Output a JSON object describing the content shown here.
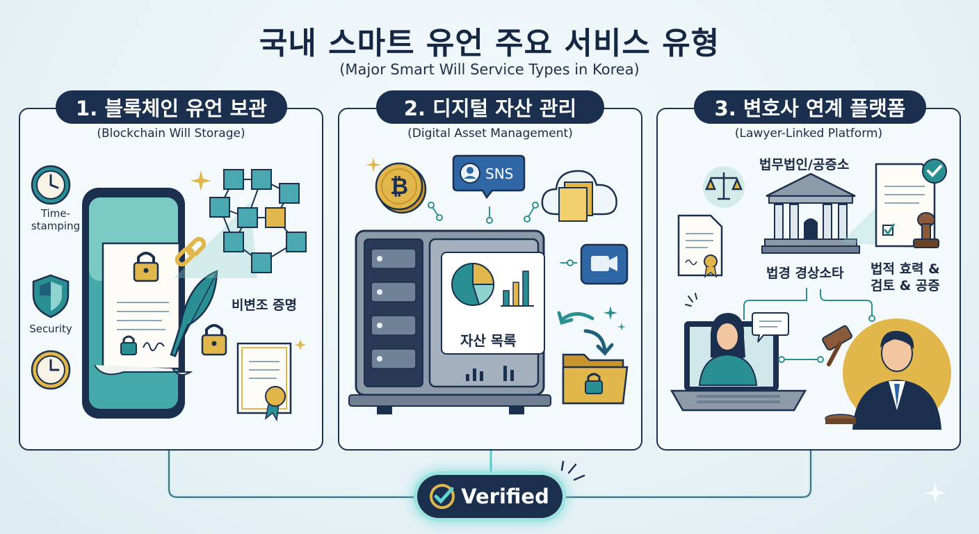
{
  "header": {
    "title": "국내 스마트 유언 주요 서비스 유형",
    "subtitle": "(Major Smart Will Service Types in Korea)"
  },
  "panels": [
    {
      "title": "1. 블록체인 유언 보관",
      "subtitle": "(Blockchain Will Storage)",
      "labels": {
        "timestamping": "Time-\nstamping",
        "security": "Security",
        "tamper_proof": "비변조 증명"
      }
    },
    {
      "title": "2. 디지털 자산 관리",
      "subtitle": "(Digital Asset Management)",
      "labels": {
        "sns": "SNS",
        "asset_list": "자산 목록"
      }
    },
    {
      "title": "3. 변호사 연계 플랫폼",
      "subtitle": "(Lawyer-Linked Platform)",
      "labels": {
        "law_firm": "법무법인/공증소",
        "statutory_witness": "법경 경상소타",
        "legal_review": "법적 효력 &\n검토 & 공증"
      }
    }
  ],
  "badge": {
    "label": "Verified"
  },
  "icons": [
    "clock-icon",
    "shield-icon",
    "smartphone-icon",
    "blockchain-icon",
    "padlock-icon",
    "chain-link-icon",
    "quill-icon",
    "certificate-icon",
    "bitcoin-icon",
    "user-icon",
    "cloud-icon",
    "vault-icon",
    "pie-chart-icon",
    "bar-chart-icon",
    "video-icon",
    "folder-icon",
    "scales-icon",
    "courthouse-icon",
    "document-icon",
    "stamp-icon",
    "laptop-icon",
    "lawyer-icon",
    "gavel-icon",
    "checkmark-icon"
  ],
  "colors": {
    "navy": "#1b2f4e",
    "teal": "#2a8f93",
    "teal_light": "#8fd3cf",
    "gold": "#e1b64b",
    "glow": "#5fd5cf"
  }
}
